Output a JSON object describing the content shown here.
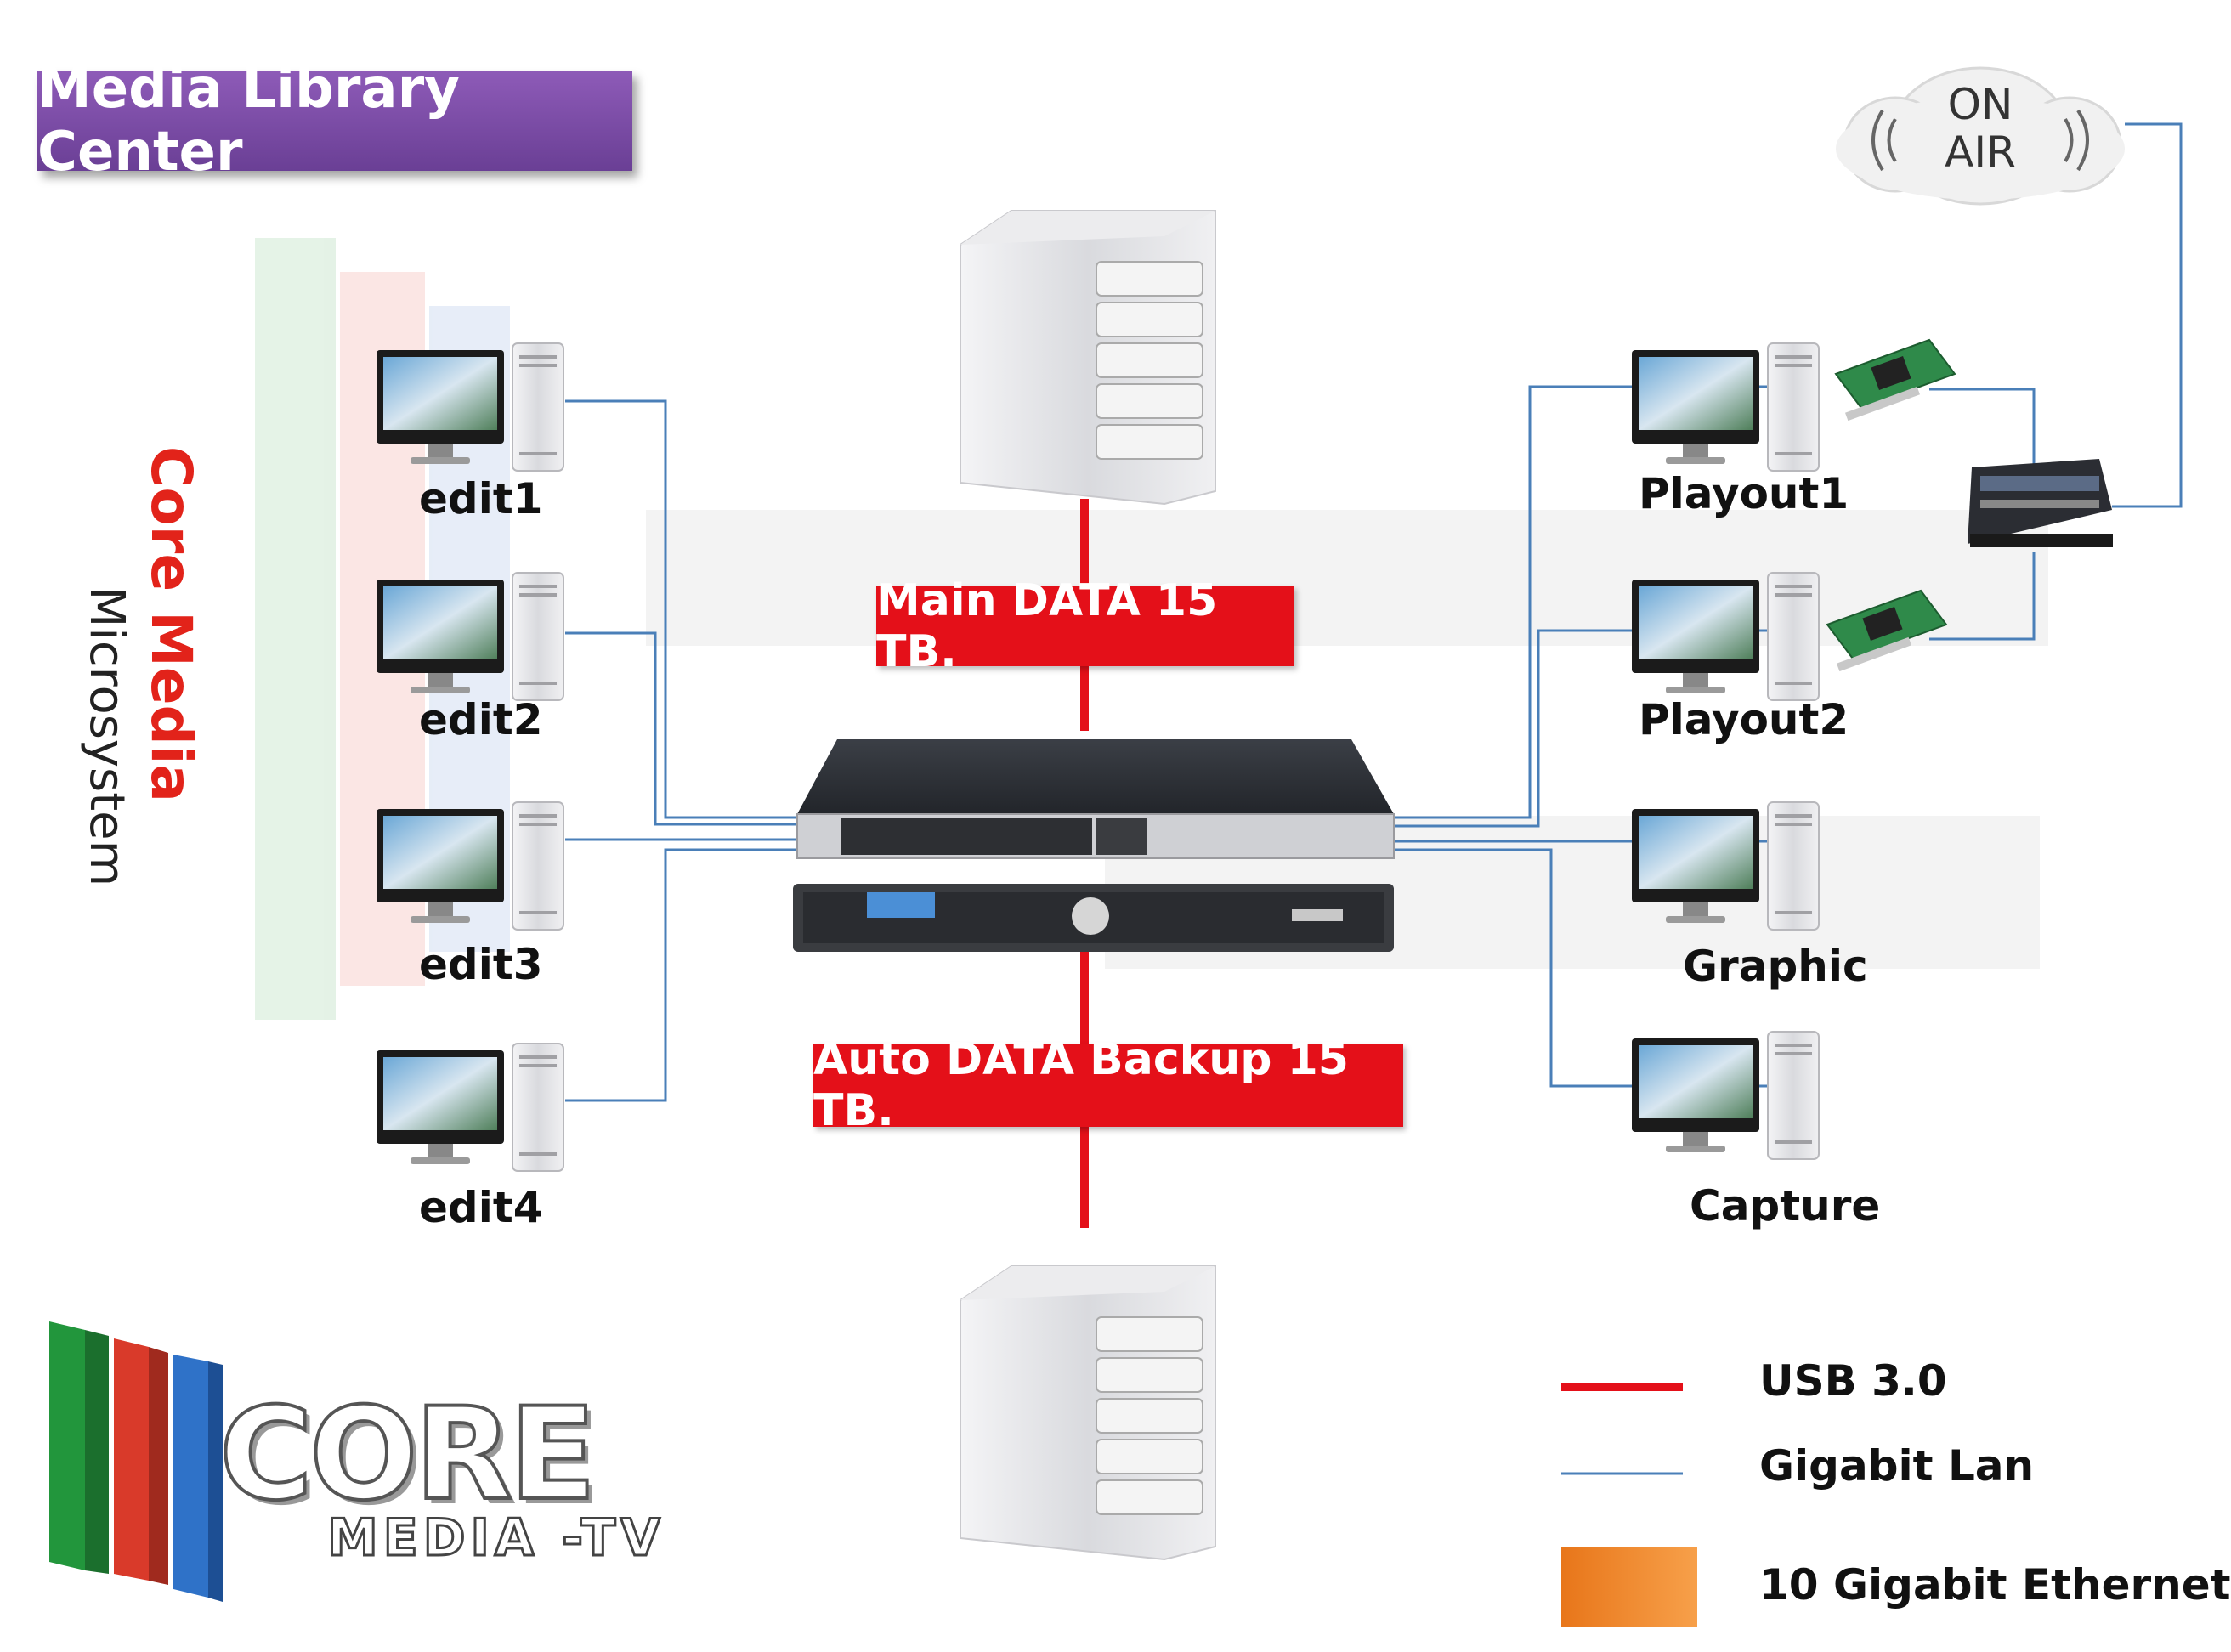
{
  "title": "Media Library Center",
  "brand": {
    "name": "Core Media",
    "tagline": "Microsystem"
  },
  "storage": {
    "main_label": "Main DATA 15 TB.",
    "backup_label": "Auto DATA Backup 15 TB."
  },
  "left_nodes": [
    "edit1",
    "edit2",
    "edit3",
    "edit4"
  ],
  "right_nodes": [
    "Playout1",
    "Playout2",
    "Graphic",
    "Capture"
  ],
  "on_air": {
    "line1": "ON",
    "line2": "AIR"
  },
  "legend": {
    "usb": "USB 3.0",
    "gigabit": "Gigabit Lan",
    "ten_gigabit": "10 Gigabit Ethernet"
  },
  "logo": {
    "main": "CORE",
    "sub": "MEDIA -TV"
  },
  "colors": {
    "title_bg": "#7a4ca6",
    "usb_line": "#e41019",
    "lan_line": "#4a7fb8",
    "ten_gig": "#f08a24"
  }
}
